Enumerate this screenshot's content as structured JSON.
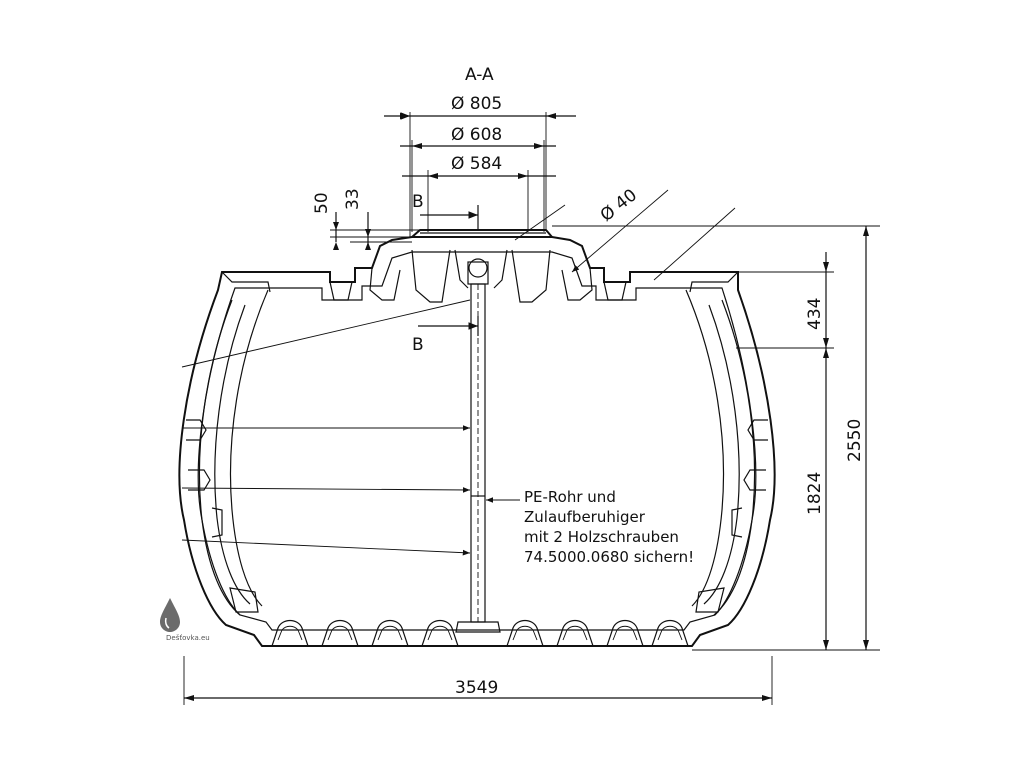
{
  "section_label": "A-A",
  "dimensions": {
    "d805": "Ø 805",
    "d608": "Ø 608",
    "d584": "Ø 584",
    "d40": "Ø 40",
    "h50": "50",
    "h33": "33",
    "h434": "434",
    "h1824": "1824",
    "h2550": "2550",
    "w3549": "3549"
  },
  "section_markers": {
    "top": "B",
    "bottom": "B"
  },
  "note_lines": [
    "PE-Rohr und",
    "Zulaufberuhiger",
    "mit 2 Holzschrauben",
    "74.5000.0680 sichern!"
  ],
  "watermark": {
    "text": "Dešťovka.eu",
    "icon": "water-drop-icon"
  }
}
